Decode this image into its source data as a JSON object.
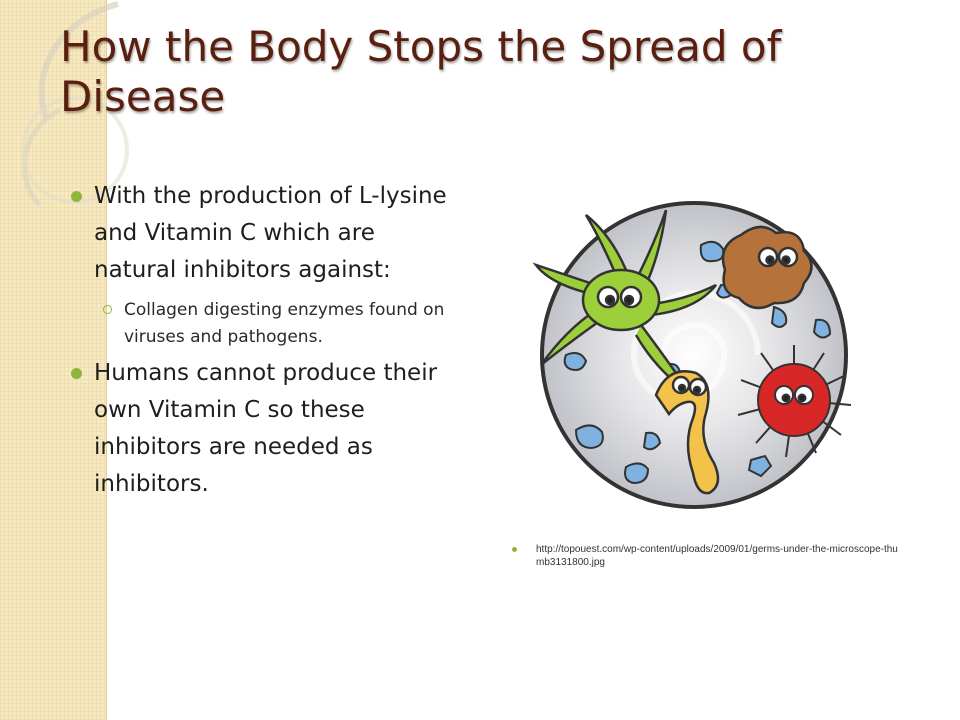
{
  "slide": {
    "title": "How the Body Stops the Spread of Disease",
    "bullets": [
      {
        "text": "With the production of L-lysine and Vitamin C which are natural inhibitors against:",
        "sub": [
          "Collagen digesting enzymes found on viruses and pathogens."
        ]
      },
      {
        "text": "Humans cannot produce their own Vitamin C so these inhibitors are needed as inhibitors."
      }
    ],
    "image_caption": "http://topouest.com/wp-content/uploads/2009/01/germs-under-the-microscope-thumb3131800.jpg"
  },
  "colors": {
    "title": "#5a1f0f",
    "bullet_accent": "#8fb63a",
    "strip": "#f7e9c1"
  }
}
